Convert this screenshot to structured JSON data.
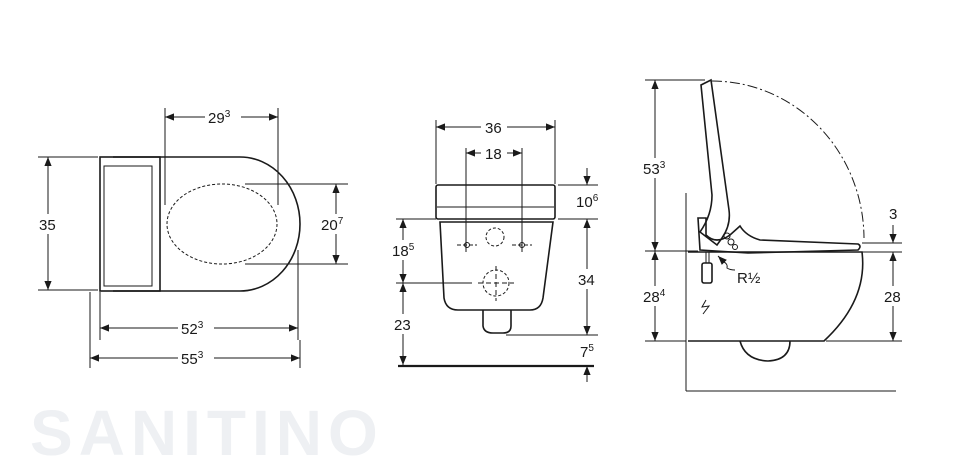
{
  "watermark": "SANITINO",
  "top_view": {
    "width_label": {
      "base": "29",
      "sup": "3"
    },
    "height_label": {
      "base": "35",
      "sup": ""
    },
    "seat_label": {
      "base": "20",
      "sup": "7"
    },
    "length_label": {
      "base": "52",
      "sup": "3"
    },
    "total_length_label": {
      "base": "55",
      "sup": "3"
    }
  },
  "front_view": {
    "width_label": {
      "base": "36",
      "sup": ""
    },
    "fixing_label": {
      "base": "18",
      "sup": ""
    },
    "lid_label": {
      "base": "10",
      "sup": "6"
    },
    "fix_height_label": {
      "base": "18",
      "sup": "5"
    },
    "bowl_height_label": {
      "base": "34",
      "sup": ""
    },
    "outlet_height_label": {
      "base": "23",
      "sup": ""
    },
    "floor_label": {
      "base": "7",
      "sup": "5"
    }
  },
  "side_view": {
    "lid_open_label": {
      "base": "53",
      "sup": "3"
    },
    "bowl_label": {
      "base": "28",
      "sup": "4"
    },
    "seat_gap_label": {
      "base": "3",
      "sup": ""
    },
    "rim_label": {
      "base": "28",
      "sup": ""
    },
    "water_connection_label": "R½"
  }
}
